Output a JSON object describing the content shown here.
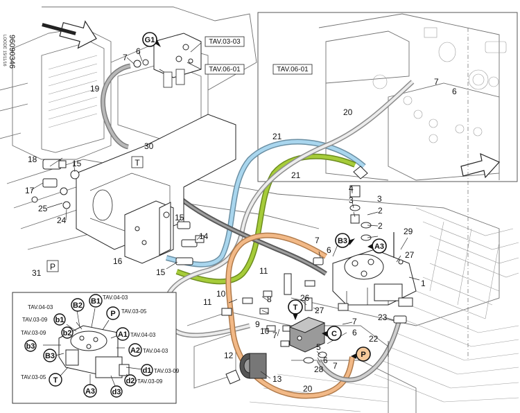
{
  "drawing_number": "96090346",
  "drawing_note": "LOODE 15/11/16",
  "references": {
    "tav_03_03": "TAV.03-03",
    "tav_06_01_main": "TAV.06-01",
    "tav_06_01_inset": "TAV.06-01"
  },
  "boxed_labels": {
    "T": "T",
    "P": "P"
  },
  "circle_labels": {
    "G1": "G1",
    "B3": "B3",
    "A3": "A3",
    "T": "T",
    "C": "C",
    "P": "P"
  },
  "part_numbers": {
    "n1": "1",
    "n2a": "2",
    "n2b": "2",
    "n3a": "3",
    "n3b": "3",
    "n4": "4",
    "n5": "5",
    "n6a": "6",
    "n6b": "6",
    "n6c": "6",
    "n6d": "6",
    "n6e": "6",
    "n7a": "7",
    "n7b": "7",
    "n7c": "7",
    "n7d": "7",
    "n7e": "7",
    "n7f": "7",
    "n8": "8",
    "n9": "9",
    "n10a": "10",
    "n10b": "10",
    "n11a": "11",
    "n11b": "11",
    "n12": "12",
    "n13": "13",
    "n14": "14",
    "n15a": "15",
    "n15b": "15",
    "n15c": "15",
    "n16": "16",
    "n17": "17",
    "n18": "18",
    "n19": "19",
    "n20a": "20",
    "n20b": "20",
    "n21a": "21",
    "n21b": "21",
    "n22": "22",
    "n23": "23",
    "n24": "24",
    "n25": "25",
    "n26": "26",
    "n27a": "27",
    "n27b": "27",
    "n28": "28",
    "n29": "29",
    "n30": "30",
    "n31": "31"
  },
  "inset": {
    "labels": {
      "tav_04_03_a": "TAV.04-03",
      "tav_03_09_a": "TAV.03-09",
      "b1": "b1",
      "b2_small": "b2",
      "tav_03_09_b": "TAV.03-09",
      "b3_small": "b3",
      "B3": "B3",
      "B2": "B2",
      "B1": "B1",
      "tav_04_03_b": "TAV.04-03",
      "P": "P",
      "tav_03_05_a": "TAV.03-05",
      "A1": "A1",
      "tav_04_03_c": "TAV.04-03",
      "A2": "A2",
      "tav_04_03_d": "TAV.04-03",
      "d1": "d1",
      "tav_03_09_c": "TAV.03-09",
      "d2": "d2",
      "tav_03_09_d": "TAV.03-09",
      "d3": "d3",
      "A3": "A3",
      "T": "T",
      "tav_03_05_b": "TAV.03-05"
    }
  },
  "colors": {
    "hose_blue": "#a9d6ee",
    "hose_green": "#a6cc3a",
    "hose_orange": "#f2b987",
    "hose_grey": "#9a9a9a",
    "highlight_P": "#f6c99a"
  }
}
